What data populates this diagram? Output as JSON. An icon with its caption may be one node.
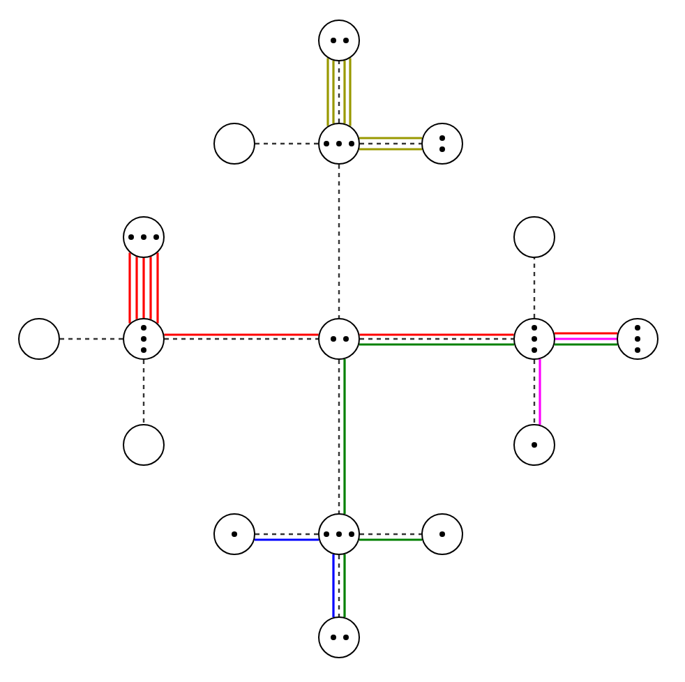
{
  "diagram": {
    "nodes": [
      {
        "text": [],
        "shape": "circle"
      },
      {
        "text": [],
        "shape": "circle"
      },
      {
        "text": [],
        "shape": "circle"
      },
      {
        "text": [],
        "shape": "circle"
      },
      {
        "text": [],
        "shape": "circle"
      },
      {
        "text": [],
        "shape": "circle"
      },
      {
        "text": [],
        "shape": "circle"
      },
      {
        "text": [],
        "shape": "circle"
      },
      {
        "text": [],
        "shape": "circle"
      },
      {
        "text": [],
        "shape": "circle"
      },
      {
        "text": [],
        "shape": "circle"
      },
      {
        "text": [],
        "shape": "circle"
      },
      {
        "text": [],
        "shape": "circle"
      },
      {
        "text": [],
        "shape": "circle"
      },
      {
        "text": [],
        "shape": "circle"
      },
      {
        "text": [],
        "shape": "circle"
      },
      {
        "text": [],
        "shape": "circle"
      }
    ],
    "edges": [
      {
        "from": 2,
        "to": 0,
        "arrow": "none",
        "style": "dashed"
      },
      {
        "from": 2,
        "to": 1,
        "arrow": "none",
        "style": "dashed"
      },
      {
        "from": 2,
        "to": 3,
        "arrow": "none",
        "style": "dashed"
      },
      {
        "from": 2,
        "to": 8,
        "arrow": "none",
        "style": "dashed"
      },
      {
        "from": 7,
        "to": 6,
        "arrow": "none",
        "style": "dashed"
      },
      {
        "from": 7,
        "to": 8,
        "arrow": "none",
        "style": "dashed"
      },
      {
        "from": 7,
        "to": 11,
        "arrow": "none",
        "style": "dashed"
      },
      {
        "from": 8,
        "to": 9,
        "arrow": "none",
        "style": "dashed"
      },
      {
        "from": 8,
        "to": 14,
        "arrow": "none",
        "style": "dashed"
      },
      {
        "from": 9,
        "to": 5,
        "arrow": "none",
        "style": "dashed"
      },
      {
        "from": 9,
        "to": 12,
        "arrow": "none",
        "style": "dashed"
      },
      {
        "from": 14,
        "to": 13,
        "arrow": "none",
        "style": "dashed"
      },
      {
        "from": 14,
        "to": 15,
        "arrow": "none",
        "style": "dashed"
      },
      {
        "from": 14,
        "to": 16,
        "arrow": "none",
        "style": "dashed"
      },
      {
        "from": 2,
        "to": 0,
        "arrow": "none",
        "color": "#999900"
      },
      {
        "from": 2,
        "to": 0,
        "arrow": "none",
        "color": "#999900"
      },
      {
        "from": 2,
        "to": 0,
        "arrow": "none",
        "color": "#999900"
      },
      {
        "from": 2,
        "to": 0,
        "arrow": "none",
        "color": "#999900"
      },
      {
        "from": 2,
        "to": 3,
        "arrow": "none",
        "color": "#999900"
      },
      {
        "from": 2,
        "to": 3,
        "arrow": "none",
        "color": "#999900"
      },
      {
        "from": 7,
        "to": 4,
        "arrow": "none",
        "color": "#ff0000"
      },
      {
        "from": 7,
        "to": 4,
        "arrow": "none",
        "color": "#ff0000"
      },
      {
        "from": 7,
        "to": 4,
        "arrow": "none",
        "color": "#ff0000"
      },
      {
        "from": 7,
        "to": 4,
        "arrow": "none",
        "color": "#ff0000"
      },
      {
        "from": 7,
        "to": 4,
        "arrow": "none",
        "color": "#ff0000"
      },
      {
        "from": 7,
        "to": 8,
        "arrow": "none",
        "color": "#ff0000"
      },
      {
        "from": 8,
        "to": 9,
        "arrow": "none",
        "color": "#ff0000"
      },
      {
        "from": 9,
        "to": 10,
        "arrow": "none",
        "color": "#ff0000"
      },
      {
        "from": 9,
        "to": 10,
        "arrow": "none",
        "color": "#ff00ff"
      },
      {
        "from": 9,
        "to": 10,
        "arrow": "none",
        "color": "#008000"
      },
      {
        "from": 9,
        "to": 12,
        "arrow": "none",
        "color": "#ff00ff"
      },
      {
        "from": 8,
        "to": 9,
        "arrow": "none",
        "color": "#008000"
      },
      {
        "from": 8,
        "to": 14,
        "arrow": "none",
        "color": "#008000"
      },
      {
        "from": 14,
        "to": 15,
        "arrow": "none",
        "color": "#008000"
      },
      {
        "from": 14,
        "to": 16,
        "arrow": "none",
        "color": "#008000"
      },
      {
        "from": 14,
        "to": 13,
        "arrow": "none",
        "color": "#0000ff"
      },
      {
        "from": 14,
        "to": 16,
        "arrow": "none",
        "color": "#0000ff"
      }
    ]
  }
}
